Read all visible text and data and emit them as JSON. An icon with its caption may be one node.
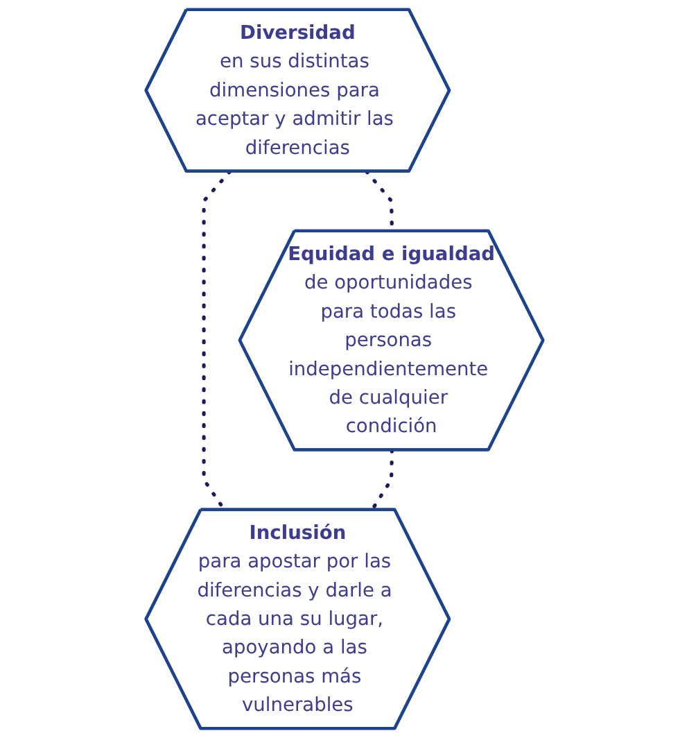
{
  "diagram": {
    "nodes": [
      {
        "text": [
          "Diversidad",
          "en sus distintas dimensiones para aceptar y admitir las diferencias"
        ]
      },
      {
        "text": [
          "Equidad e igualdad",
          "de oportunidades para todas las personas independientemente de cualquier condición"
        ]
      },
      {
        "text": [
          "Inclusión",
          "para apostar por las diferencias y darle a cada una su lugar, apoyando a las personas más vulnerables"
        ]
      }
    ],
    "edges": [
      {
        "from": 0,
        "to": 1,
        "arrow": "none",
        "style": "dashed"
      },
      {
        "from": 0,
        "to": 2,
        "arrow": "none",
        "style": "dashed"
      },
      {
        "from": 1,
        "to": 2,
        "arrow": "none",
        "style": "dashed"
      }
    ]
  }
}
